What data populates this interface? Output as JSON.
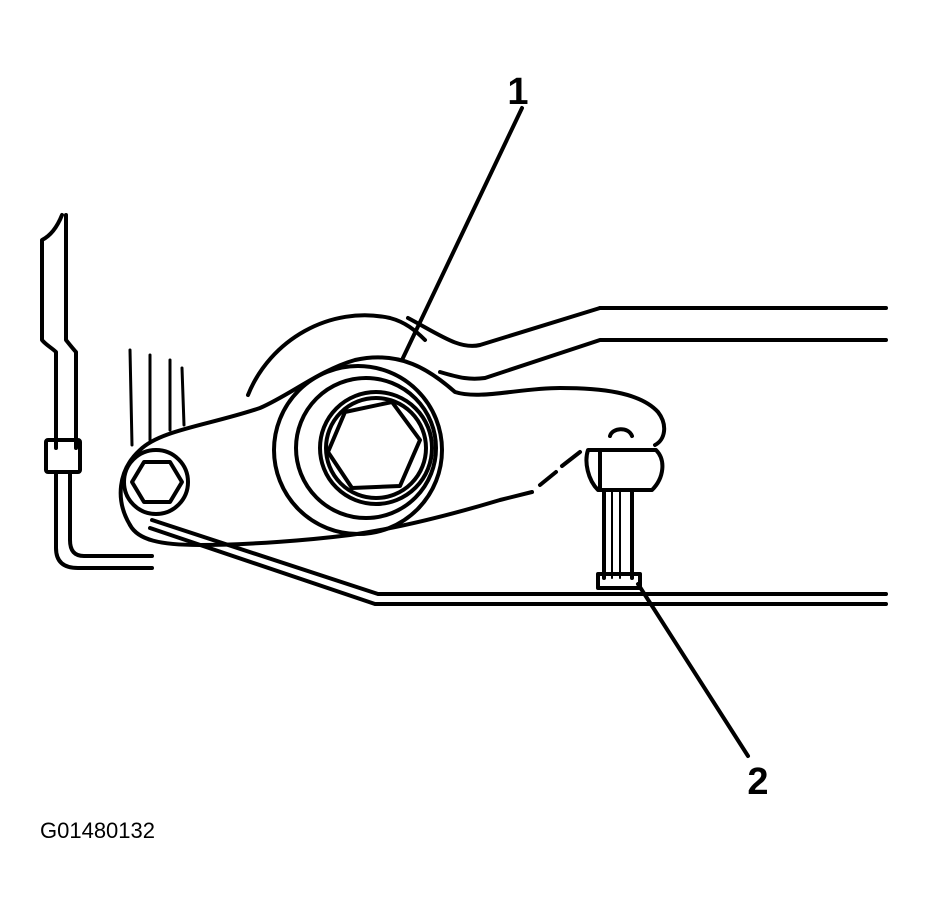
{
  "callouts": [
    {
      "number": "1",
      "component": "adjuster-wheel"
    },
    {
      "number": "2",
      "component": "adjuster-stud"
    }
  ],
  "figure_code": "G01480132",
  "colors": {
    "line": "#000000",
    "background": "#ffffff"
  }
}
